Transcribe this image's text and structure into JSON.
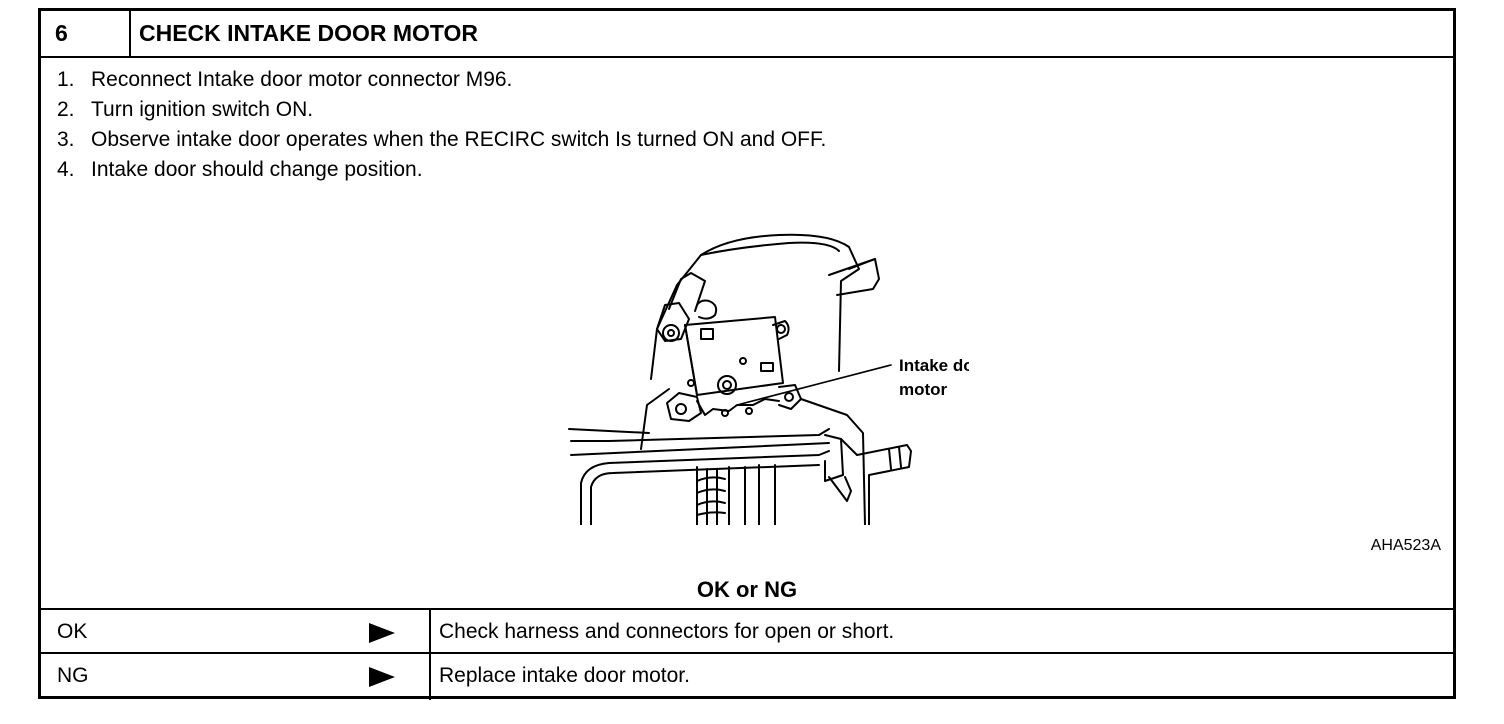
{
  "header": {
    "step_number": "6",
    "title": "CHECK INTAKE DOOR MOTOR"
  },
  "steps": [
    {
      "num": "1.",
      "text": "Reconnect Intake door motor connector M96."
    },
    {
      "num": "2.",
      "text": "Turn ignition switch ON."
    },
    {
      "num": "3.",
      "text": "Observe intake door operates when the RECIRC switch Is turned ON and OFF."
    },
    {
      "num": "4.",
      "text": "Intake door should change position."
    }
  ],
  "figure": {
    "callout_line1": "Intake door",
    "callout_line2": "motor",
    "code": "AHA523A"
  },
  "verdict": "OK or NG",
  "results": [
    {
      "key": "OK",
      "action": "Check harness and connectors for open or short."
    },
    {
      "key": "NG",
      "action": "Replace intake door motor."
    }
  ]
}
